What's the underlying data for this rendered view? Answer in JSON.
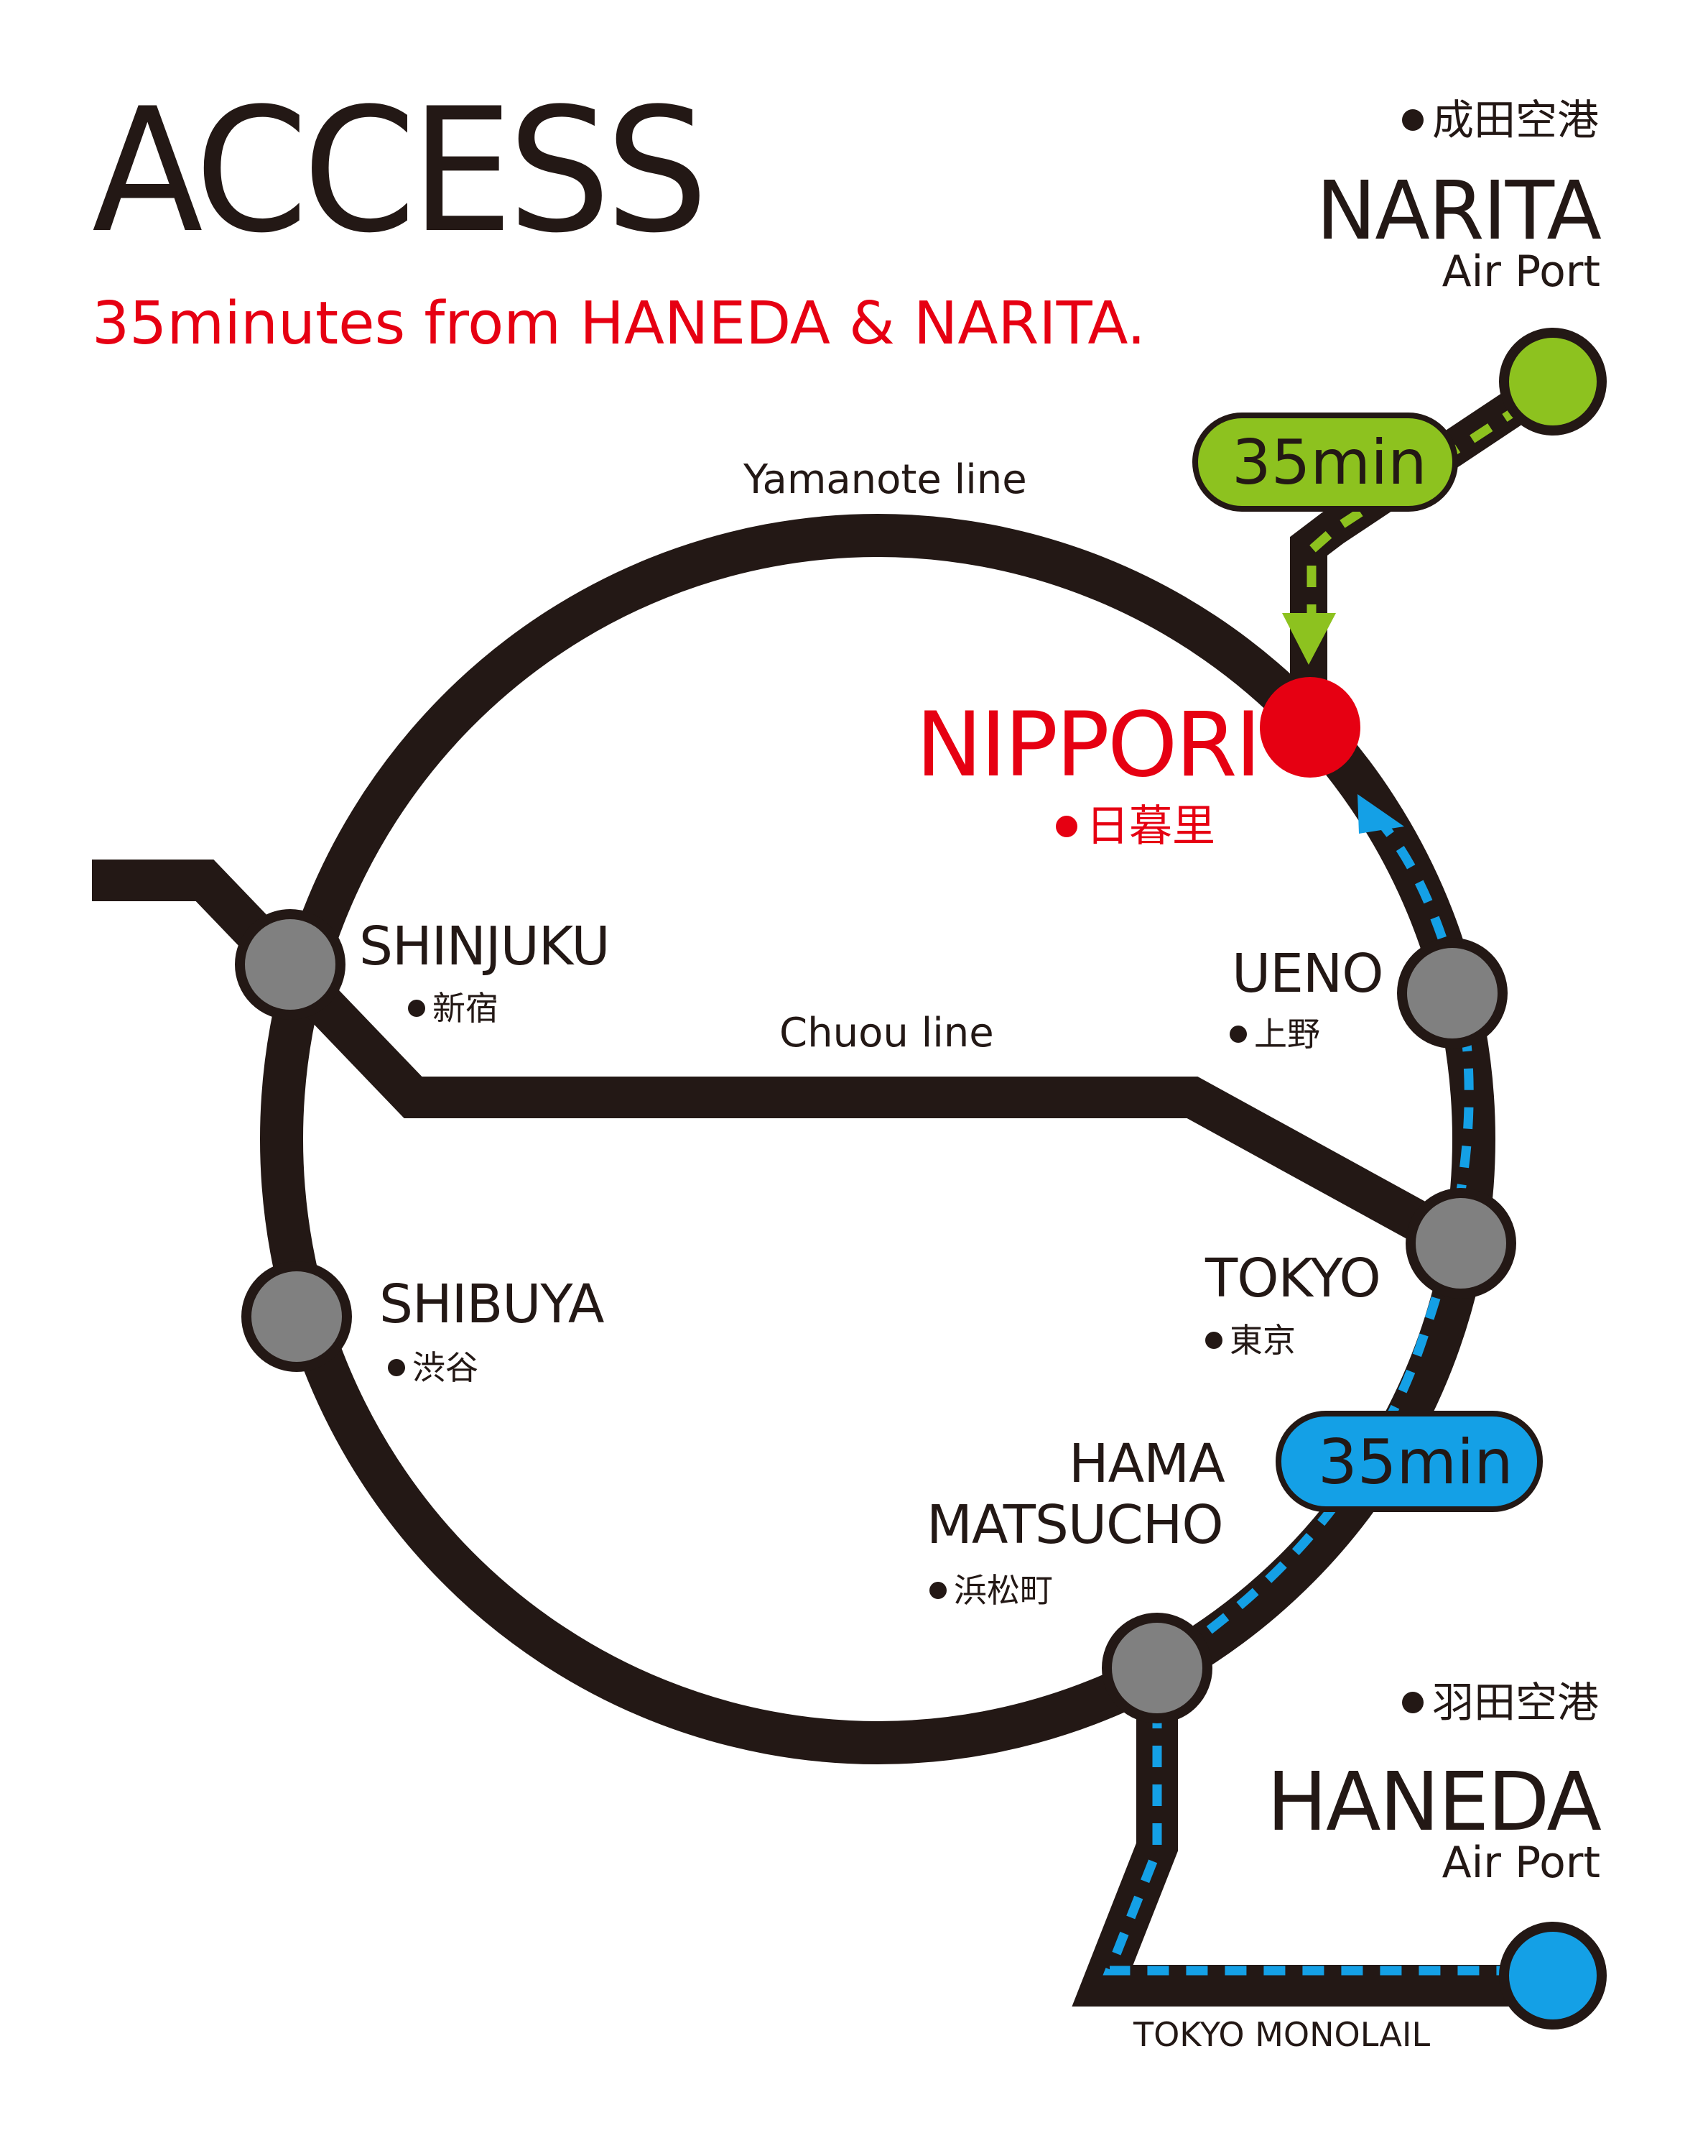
{
  "header": {
    "title": "ACCESS",
    "subtitle": "35minutes from HANEDA & NARITA."
  },
  "lines": {
    "yamanote": "Yamanote line",
    "chuou": "Chuou line",
    "monorail": "TOKYO MONOLAIL"
  },
  "stations": {
    "nippori": {
      "name": "NIPPORI",
      "jp": "日暮里",
      "color": "#e60012"
    },
    "shinjuku": {
      "name": "SHINJUKU",
      "jp": "新宿"
    },
    "shibuya": {
      "name": "SHIBUYA",
      "jp": "渋谷"
    },
    "ueno": {
      "name": "UENO",
      "jp": "上野"
    },
    "tokyo": {
      "name": "TOKYO",
      "jp": "東京"
    },
    "hamamatsucho": {
      "name_line1": "HAMA",
      "name_line2": "MATSUCHO",
      "jp": "浜松町"
    }
  },
  "airports": {
    "narita": {
      "jp": "成田空港",
      "name": "NARITA",
      "sub": "Air Port",
      "time": "35min",
      "color": "#8dc21f"
    },
    "haneda": {
      "jp": "羽田空港",
      "name": "HANEDA",
      "sub": "Air Port",
      "time": "35min",
      "color": "#14a0e6"
    }
  },
  "colors": {
    "line": "#231815",
    "station_fill": "#808080",
    "accent_red": "#e60012",
    "narita_green": "#8dc21f",
    "haneda_blue": "#14a0e6"
  }
}
